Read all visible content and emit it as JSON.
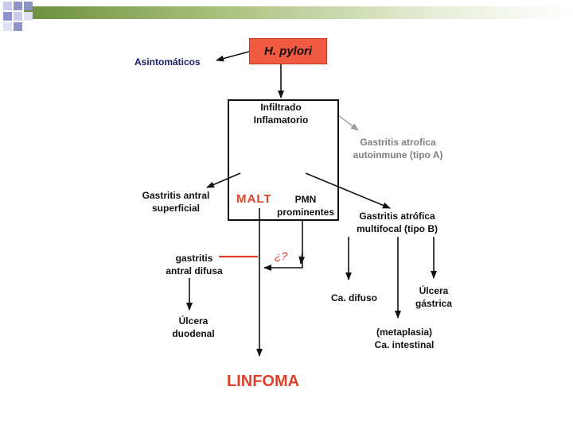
{
  "nodes": {
    "h_pylori": "H. pylori",
    "asintomaticos": "Asintomáticos",
    "infiltrado_1": "Infiltrado",
    "infiltrado_2": "Inflamatorio",
    "gastritis_a_1": "Gastritis atrofica",
    "gastritis_a_2": "autoinmune (tipo A)",
    "gastritis_antral_1": "Gastritis antral",
    "gastritis_antral_2": "superficial",
    "malt": "MALT",
    "pmn_1": "PMN",
    "pmn_2": "prominentes",
    "gastritis_b_1": "Gastritis atrófica",
    "gastritis_b_2": "multifocal (tipo B)",
    "gastritis_difusa_1": "gastritis",
    "gastritis_difusa_2": "antral difusa",
    "question": "¿?",
    "ca_difuso": "Ca. difuso",
    "ulcera_gastrica_1": "Úlcera",
    "ulcera_gastrica_2": "gástrica",
    "ulcera_duodenal_1": "Úlcera",
    "ulcera_duodenal_2": "duodenal",
    "metaplasia_1": "(metaplasia)",
    "metaplasia_2": "Ca. intestinal",
    "linfoma": "LINFOMA"
  },
  "colors": {
    "accent_red": "#e0412a",
    "box_fill": "#ef5a40",
    "grey_text": "#808080",
    "navy_text": "#1a1a66",
    "band_green": "#6b8e3d"
  }
}
